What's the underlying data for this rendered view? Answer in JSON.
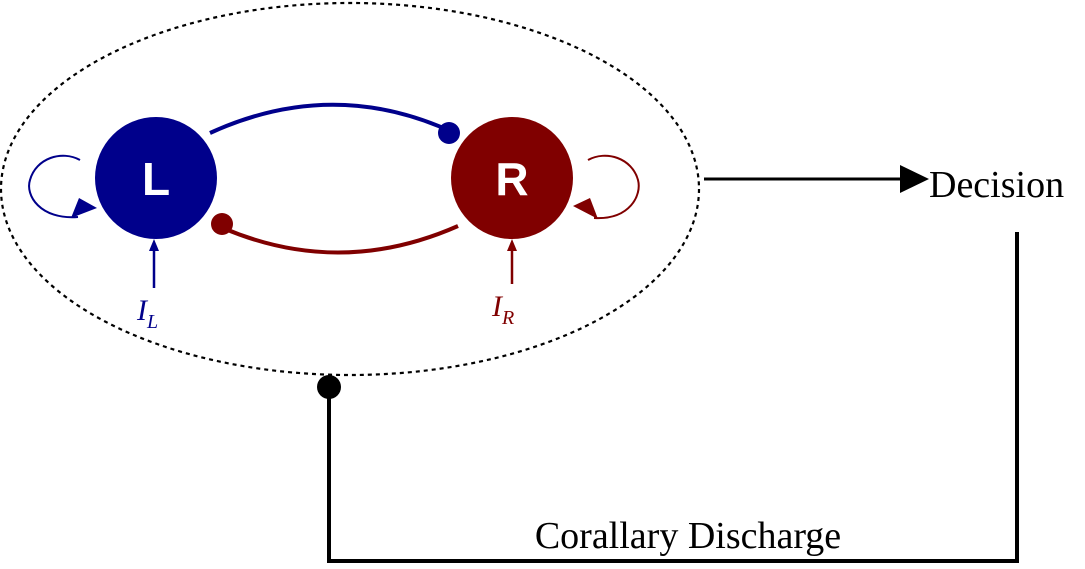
{
  "nodes": {
    "left": {
      "label": "L",
      "color": "#00008b"
    },
    "right": {
      "label": "R",
      "color": "#800000"
    }
  },
  "inputs": {
    "left": {
      "symbol": "I",
      "subscript": "L",
      "color": "#00008b"
    },
    "right": {
      "symbol": "I",
      "subscript": "R",
      "color": "#800000"
    }
  },
  "output_label": "Decision",
  "feedback_label": "Corallary Discharge",
  "line_color": "#000000"
}
